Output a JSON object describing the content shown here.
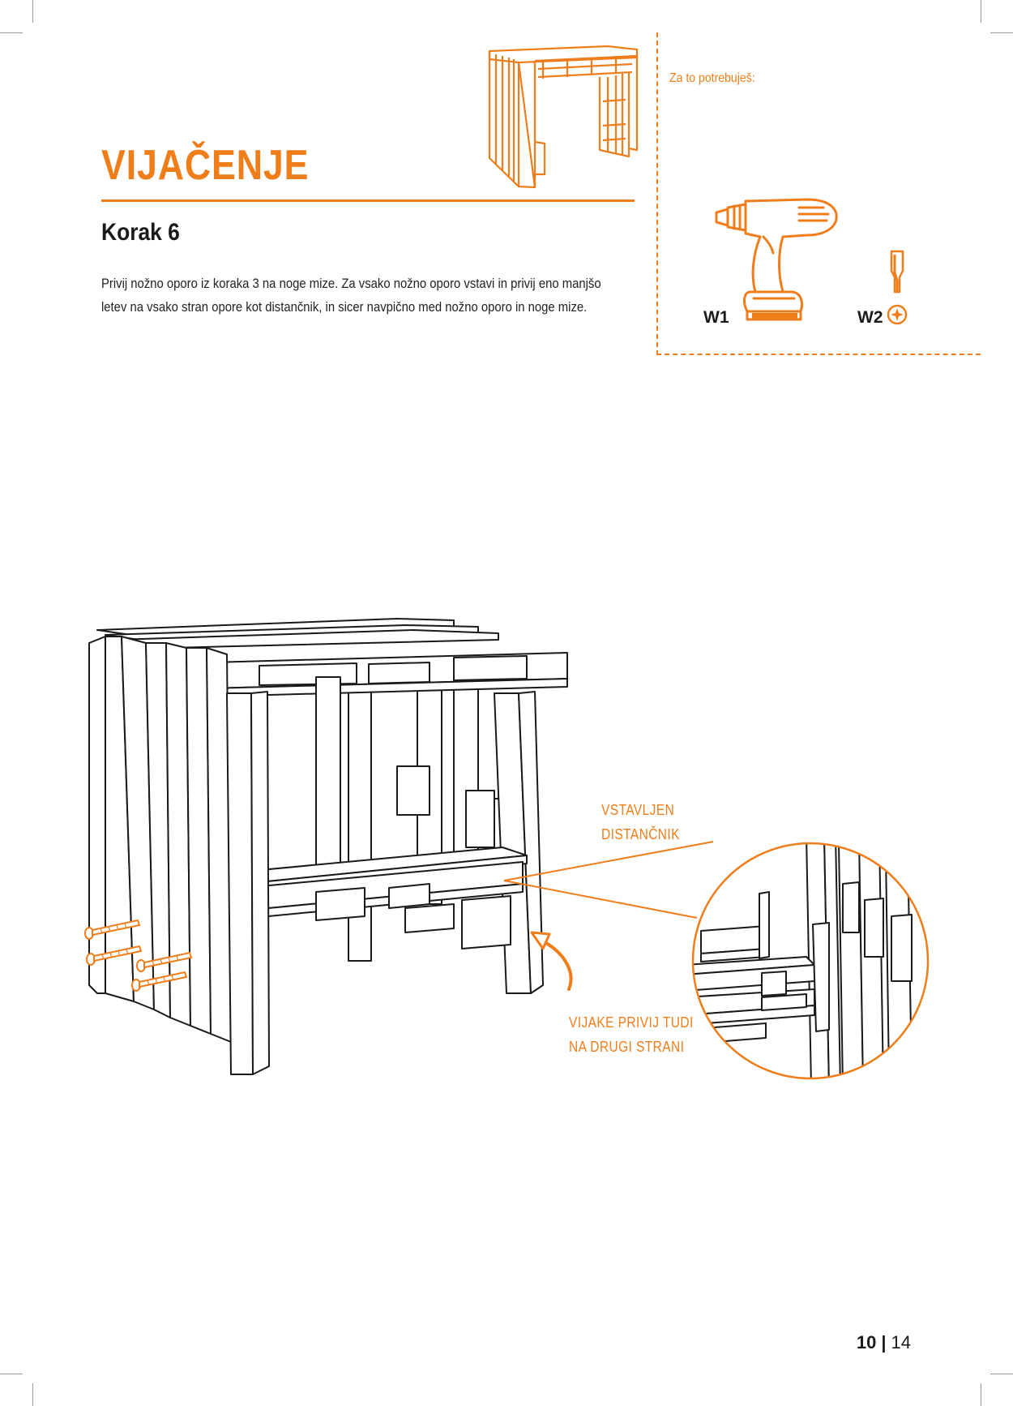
{
  "section_title": "VIJAČENJE",
  "step": {
    "title": "Korak 6",
    "text_line1": "Privij nožno oporo iz koraka 3 na noge mize. Za vsako nožno oporo vstavi in privij eno manjšo",
    "text_line2": "letev na vsako stran opore kot distančnik, in sicer navpično med nožno oporo in noge mize."
  },
  "tools": {
    "label": "Za to potrebuješ:",
    "items": [
      {
        "code": "W1",
        "icon": "cordless-drill-icon"
      },
      {
        "code": "W2",
        "icon": "torx-bit-icon"
      }
    ]
  },
  "callouts": {
    "inserted_spacer_line1": "VSTAVLJEN",
    "inserted_spacer_line2": "DISTANČNIK",
    "other_side_line1": "VIJAKE PRIVIJ TUDI",
    "other_side_line2": "NA DRUGI STRANI"
  },
  "page": {
    "current": "10",
    "separator": "|",
    "total": "14"
  },
  "colors": {
    "accent": "#ef7d1a",
    "text": "#1a1a1a"
  }
}
